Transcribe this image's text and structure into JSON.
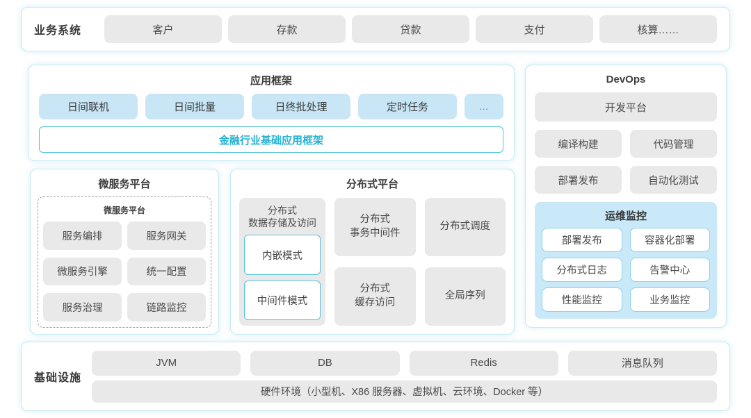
{
  "colors": {
    "panel_border": "#c6e9f3",
    "gray_block_bg": "#e9e9e9",
    "blue_block_bg": "#c8e6f6",
    "monitor_panel_bg": "#c9e9f9",
    "monitor_button_border": "#8ad2e8",
    "cyan_accent_text": "#23b1d2",
    "cyan_accent_border": "#4ec1db",
    "body_text": "#4a4a4a"
  },
  "business": {
    "label": "业务系统",
    "items": [
      "客户",
      "存款",
      "贷款",
      "支付",
      "核算……"
    ]
  },
  "app_framework": {
    "title": "应用框架",
    "items": [
      "日间联机",
      "日间批量",
      "日终批处理",
      "定时任务",
      "..."
    ],
    "base": "金融行业基础应用框架"
  },
  "devops": {
    "title": "DevOps",
    "platform": "开发平台",
    "items": [
      "编译构建",
      "代码管理",
      "部署发布",
      "自动化测试"
    ],
    "monitor": {
      "title": "运维监控",
      "items": [
        "部署发布",
        "容器化部署",
        "分布式日志",
        "告警中心",
        "性能监控",
        "业务监控"
      ]
    }
  },
  "microservice": {
    "title": "微服务平台",
    "inner_title": "微服务平台",
    "items": [
      "服务编排",
      "服务网关",
      "微服务引擎",
      "统一配置",
      "服务治理",
      "链路监控"
    ]
  },
  "distributed": {
    "title": "分布式平台",
    "storage": {
      "title": "分布式\n数据存储及访问",
      "modes": [
        "内嵌模式",
        "中间件模式"
      ]
    },
    "cells": [
      "分布式\n事务中间件",
      "分布式调度",
      "分布式\n缓存访问",
      "全局序列"
    ]
  },
  "infra": {
    "label": "基础设施",
    "items": [
      "JVM",
      "DB",
      "Redis",
      "消息队列"
    ],
    "hardware": "硬件环境（小型机、X86 服务器、虚拟机、云环境、Docker 等）"
  }
}
